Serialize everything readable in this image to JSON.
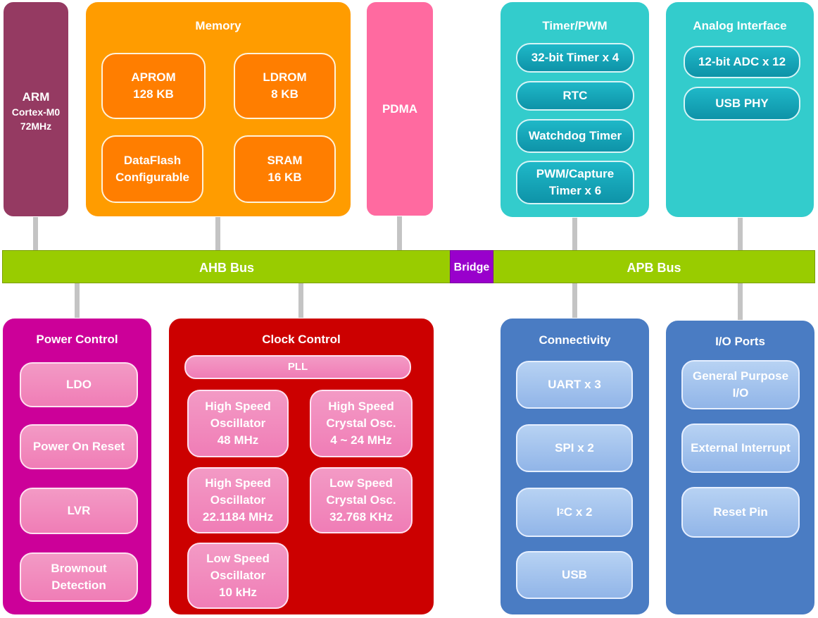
{
  "cpu": {
    "line1": "ARM",
    "line2": "Cortex-M0",
    "line3": "72MHz"
  },
  "memory": {
    "title": "Memory",
    "aprom": [
      "APROM",
      "128 KB"
    ],
    "ldrom": [
      "LDROM",
      "8 KB"
    ],
    "dataflash": [
      "DataFlash",
      "Configurable"
    ],
    "sram": [
      "SRAM",
      "16 KB"
    ]
  },
  "pdma": {
    "label": "PDMA"
  },
  "timer": {
    "title": "Timer/PWM",
    "items": [
      "32-bit Timer x 4",
      "RTC",
      "Watchdog Timer"
    ],
    "pwm": [
      "PWM/Capture",
      "Timer x 6"
    ]
  },
  "analog": {
    "title": "Analog Interface",
    "items": [
      "12-bit ADC x 12",
      "USB PHY"
    ]
  },
  "bus": {
    "ahb": "AHB Bus",
    "bridge": "Bridge",
    "apb": "APB Bus"
  },
  "power": {
    "title": "Power Control",
    "items": [
      "LDO",
      "Power On Reset",
      "LVR"
    ],
    "brownout": [
      "Brownout",
      "Detection"
    ]
  },
  "clock": {
    "title": "Clock Control",
    "pll": "PLL",
    "hso48": [
      "High Speed",
      "Oscillator",
      "48 MHz"
    ],
    "hsxo": [
      "High Speed",
      "Crystal Osc.",
      "4 ~ 24 MHz"
    ],
    "hso22": [
      "High Speed",
      "Oscillator",
      "22.1184 MHz"
    ],
    "lsxo": [
      "Low Speed",
      "Crystal Osc.",
      "32.768 KHz"
    ],
    "lso": [
      "Low Speed",
      "Oscillator",
      "10 kHz"
    ]
  },
  "connectivity": {
    "title": "Connectivity",
    "uart": "UART x 3",
    "spi": "SPI x 2",
    "i2c_base": "I",
    "i2c_sup": "2",
    "i2c_rest": "C x 2",
    "usb": "USB"
  },
  "io": {
    "title": "I/O Ports",
    "gpio": [
      "General Purpose",
      "I/O"
    ],
    "items": [
      "External Interrupt",
      "Reset Pin"
    ]
  },
  "colors": {
    "cpu": "#953a62",
    "memory": "#ff9c00",
    "pdma": "#ff6aa0",
    "timer": "#33cccc",
    "bus": "#99cc00",
    "bridge": "#9900cc",
    "power": "#cc0099",
    "clock": "#cc0000",
    "connectivity": "#4a7cc3"
  }
}
